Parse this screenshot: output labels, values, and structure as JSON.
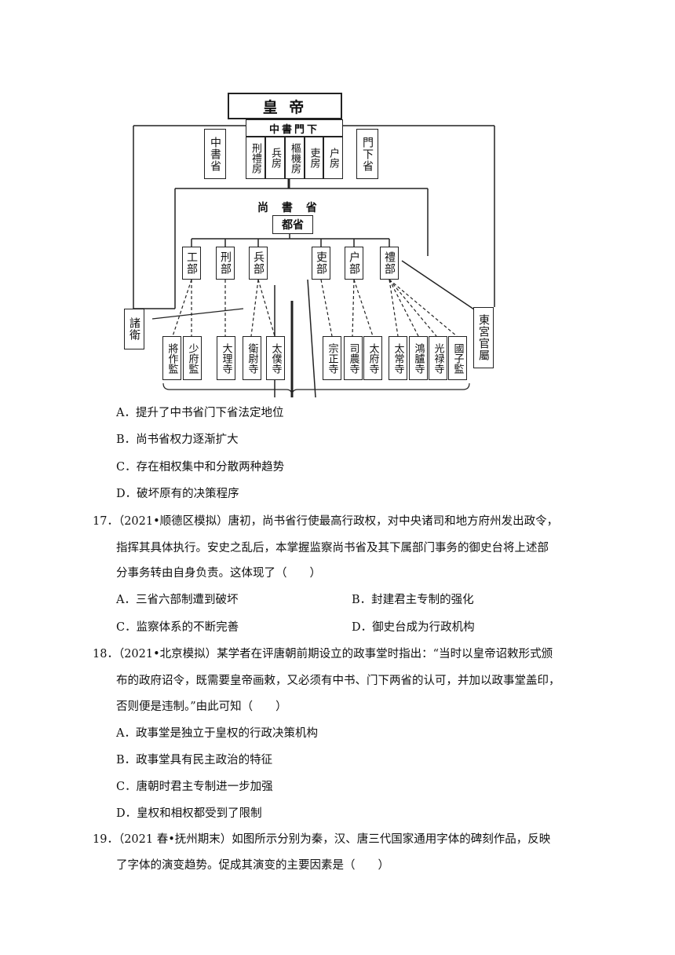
{
  "diagram": {
    "emperor": "皇 帝",
    "zhongshu_menxia": "中書門下",
    "zhongshu_sheng": "中書省",
    "menxia_sheng": "門下省",
    "five_rooms": [
      "刑禮房",
      "兵房",
      "樞機房",
      "吏房",
      "户房"
    ],
    "shangshu_sheng": "尚 書 省",
    "dusheng": "都省",
    "six_ministries": [
      "工部",
      "刑部",
      "兵部",
      "吏部",
      "户部",
      "禮部"
    ],
    "zhuwei": "諸衛",
    "donggong": "東宮官屬",
    "bottom_offices": [
      "將作監",
      "少府監",
      "大理寺",
      "衛尉寺",
      "太僕寺",
      "宗正寺",
      "司農寺",
      "太府寺",
      "太常寺",
      "鴻臚寺",
      "光禄寺",
      "國子監"
    ]
  },
  "q16": {
    "options": [
      "A．提升了中书省门下省法定地位",
      "B．尚书省权力逐渐扩大",
      "C．存在相权集中和分散两种趋势",
      "D．破坏原有的决策程序"
    ]
  },
  "q17": {
    "lines": [
      "17．（2021•顺德区模拟）唐初，尚书省行使最高行政权，对中央诸司和地方府州发出政令，",
      "指挥其具体执行。安史之乱后，本掌握监察尚书省及其下属部门事务的御史台将上述部",
      "分事务转由自身负责。这体现了（　　）"
    ],
    "options": [
      "A．三省六部制遭到破坏",
      "B．封建君主专制的强化",
      "C．监察体系的不断完善",
      "D．御史台成为行政机构"
    ]
  },
  "q18": {
    "lines": [
      "18．（2021•北京模拟）某学者在评唐朝前期设立的政事堂时指出：“当时以皇帝诏敕形式颁",
      "布的政府诏令，既需要皇帝画敕，又必须有中书、门下两省的认可，并加以政事堂盖印，",
      "否则便是违制。”由此可知（　　）"
    ],
    "options": [
      "A．政事堂是独立于皇权的行政决策机构",
      "B．政事堂具有民主政治的特征",
      "C．唐朝时君主专制进一步加强",
      "D．皇权和相权都受到了限制"
    ]
  },
  "q19": {
    "lines": [
      "19．（2021 春•抚州期末）如图所示分别为秦，汉、唐三代国家通用字体的碑刻作品，反映",
      "了字体的演变趋势。促成其演变的主要因素是（　　）"
    ]
  }
}
